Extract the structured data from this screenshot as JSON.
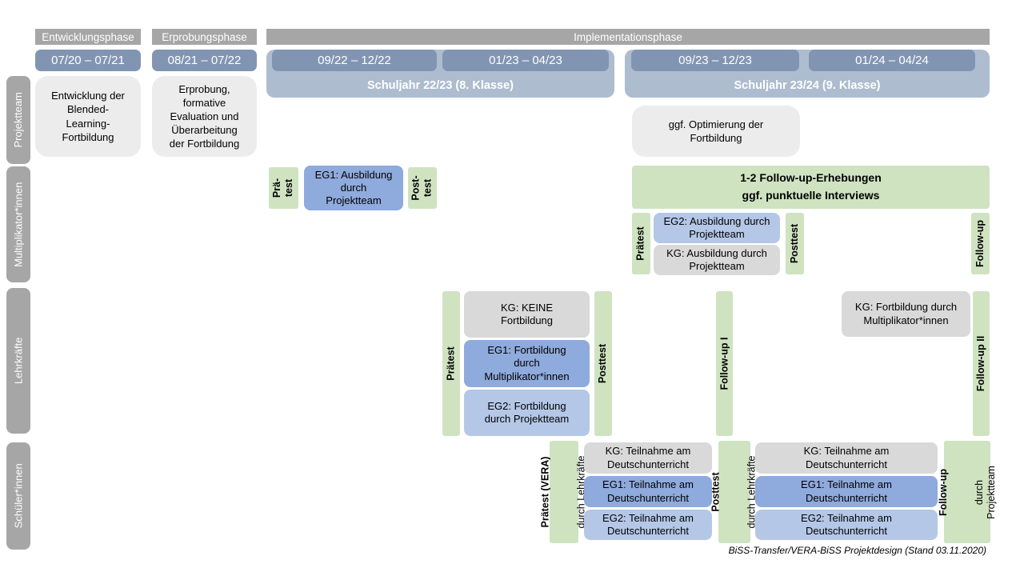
{
  "colors": {
    "header_gray": "#a6a6a6",
    "date_blue": "#8195b3",
    "year_blue": "#aebccf",
    "box_gray": "#ececec",
    "kg_gray": "#d9d9d9",
    "eg1_blue": "#8faadc",
    "eg2_blue": "#b4c7e7",
    "green": "#cfe3c1"
  },
  "phases": {
    "entwicklung": "Entwicklungsphase",
    "erprobung": "Erprobungsphase",
    "implementation": "Implementationsphase"
  },
  "dates": [
    "07/20 – 07/21",
    "08/21 – 07/22",
    "09/22 – 12/22",
    "01/23 – 04/23",
    "09/23 – 12/23",
    "01/24 – 04/24"
  ],
  "years": {
    "y1": "Schuljahr 22/23 (8. Klasse)",
    "y2": "Schuljahr 23/24 (9. Klasse)"
  },
  "rows": {
    "projektteam": "Projektteam",
    "multiplikatoren": "Multiplikator*innen",
    "lehrkraefte": "Lehrkräfte",
    "schueler": "Schüler*innen"
  },
  "projektteam": {
    "box1": "Entwicklung der\nBlended-\nLearning-\nFortbildung",
    "box2": "Erprobung,\nformative\nEvaluation und\nÜberarbeitung\nder Fortbildung",
    "box3": "ggf. Optimierung der\nFortbildung"
  },
  "multiplikator": {
    "prae_small": "Prä-\ntest",
    "eg1": "EG1: Ausbildung\ndurch\nProjektteam",
    "post_small": "Post-\ntest",
    "banner": "1-2 Follow-up-Erhebungen\nggf. punktuelle Interviews",
    "praetest": "Prätest",
    "eg2": "EG2: Ausbildung durch\nProjektteam",
    "kg": "KG: Ausbildung durch\nProjektteam",
    "posttest": "Posttest",
    "followup": "Follow-up"
  },
  "lehrkraefte": {
    "praetest": "Prätest",
    "kg": "KG: KEINE\nFortbildung",
    "eg1": "EG1: Fortbildung\ndurch\nMultiplikator*innen",
    "eg2": "EG2: Fortbildung\ndurch Projektteam",
    "posttest": "Posttest",
    "followup1": "Follow-up I",
    "kg2": "KG: Fortbildung durch\nMultiplikator*innen",
    "followup2": "Follow-up II"
  },
  "schueler": {
    "praetest_main": "Prätest (VERA)",
    "praetest_sub": "durch Lehrkräfte",
    "kg1": "KG: Teilnahme am\nDeutschunterricht",
    "eg1_1": "EG1: Teilnahme am\nDeutschunterricht",
    "eg2_1": "EG2: Teilnahme am\nDeutschunterricht",
    "posttest_main": "Posttest",
    "posttest_sub": "durch Lehrkräfte",
    "kg2": "KG: Teilnahme am\nDeutschunterricht",
    "eg1_2": "EG1: Teilnahme am\nDeutschunterricht",
    "eg2_2": "EG2: Teilnahme am\nDeutschunterricht",
    "followup_main": "Follow-up",
    "followup_sub": "durch\nProjektteam"
  },
  "meta": {
    "caption": "BiSS-Transfer/VERA-BiSS Projektdesign (Stand 03.11.2020)"
  }
}
